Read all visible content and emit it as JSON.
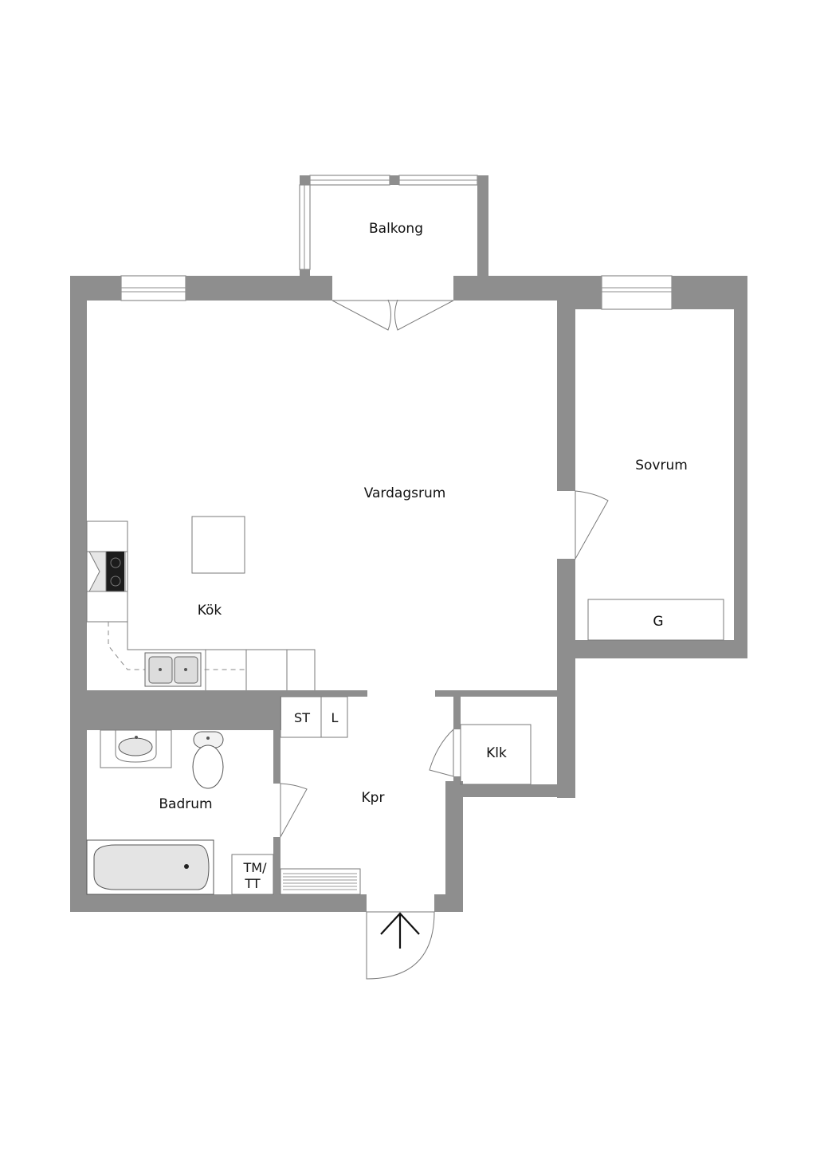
{
  "rooms": {
    "balkong": "Balkong",
    "vardagsrum": "Vardagsrum",
    "sovrum": "Sovrum",
    "kok": "Kök",
    "badrum": "Badrum",
    "kpr": "Kpr",
    "klk": "Klk"
  },
  "fixtures": {
    "garderob": "G",
    "stadskap": "ST",
    "linneskap": "L",
    "tvatt_line1": "TM/",
    "tvatt_line2": "TT"
  },
  "colors": {
    "wall": "#8e8e8e",
    "line": "#7a7a7a",
    "background": "#ffffff"
  },
  "icons": {
    "entrance": "entrance-arrow-icon"
  }
}
